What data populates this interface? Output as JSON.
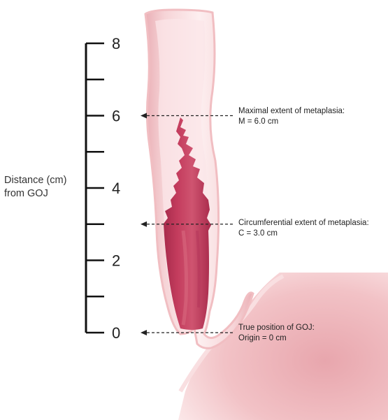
{
  "axis": {
    "label_line1": "Distance (cm)",
    "label_line2": "from GOJ",
    "ticks": [
      {
        "value": 8,
        "label": "8"
      },
      {
        "value": 6,
        "label": "6"
      },
      {
        "value": 4,
        "label": "4"
      },
      {
        "value": 2,
        "label": "2"
      },
      {
        "value": 0,
        "label": "0"
      }
    ]
  },
  "annotations": [
    {
      "id": "maximal",
      "line1": "Maximal extent of metaplasia:",
      "line2": "M = 6.0 cm",
      "value_cm": 6.0
    },
    {
      "id": "circumferential",
      "line1": "Circumferential extent of metaplasia:",
      "line2": "C = 3.0 cm",
      "value_cm": 3.0
    },
    {
      "id": "goj",
      "line1": "True position of GOJ:",
      "line2": "Origin = 0 cm",
      "value_cm": 0
    }
  ],
  "colors": {
    "tissue_outer": "#f3c6c9",
    "tissue_inner": "#fbe3e5",
    "mucosa_edge": "#e9a3aa",
    "metaplasia": "#c43d5e",
    "metaplasia_dark": "#a82a4b",
    "stomach": "#efb7bd",
    "axis": "#111111"
  }
}
